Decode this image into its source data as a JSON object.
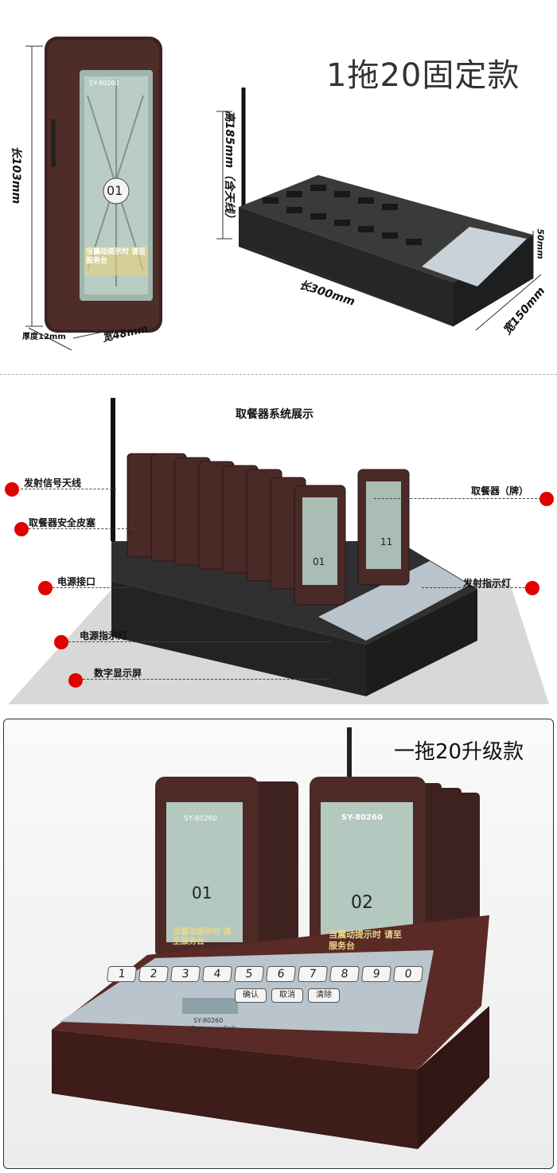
{
  "section1": {
    "title": "1拖20固定款",
    "pager_screen_text": "SY-80260",
    "pager_number": "01",
    "pager_screen_caption": "当震动提示时 请至服务台",
    "dims": {
      "pager_length": "长103mm",
      "pager_thickness": "厚度12mm",
      "pager_width": "宽48mm",
      "base_height": "高185mm（含天线）",
      "base_length": "长300mm",
      "base_width": "宽150mm",
      "base_depth": "50mm"
    }
  },
  "section2": {
    "title": "取餐器系统展示",
    "labels": {
      "antenna": "发射信号天线",
      "rubber": "取餐器安全皮塞",
      "power_port": "电源接口",
      "power_led": "电源指示灯",
      "display": "数字显示屏",
      "pager": "取餐器（牌）",
      "tx_led": "发射指示灯"
    },
    "pager_numbers": [
      "01",
      "11"
    ]
  },
  "section3": {
    "title": "一拖20升级款",
    "pager_model": "SY-80260",
    "pager_numbers": [
      "01",
      "02"
    ],
    "pager_caption": "当震动提示时 请至服务台",
    "keys": [
      "1",
      "2",
      "3",
      "4",
      "5",
      "6",
      "7",
      "8",
      "9",
      "0"
    ],
    "func_keys": [
      "确认",
      "取消",
      "清除"
    ],
    "base_model": "SY-80260",
    "base_caption": "Customer Call"
  },
  "colors": {
    "marker": "#e00000",
    "device_body": "#4a2a26",
    "base_body": "#2b2b2b",
    "keypad_panel": "#b9c4cc"
  }
}
